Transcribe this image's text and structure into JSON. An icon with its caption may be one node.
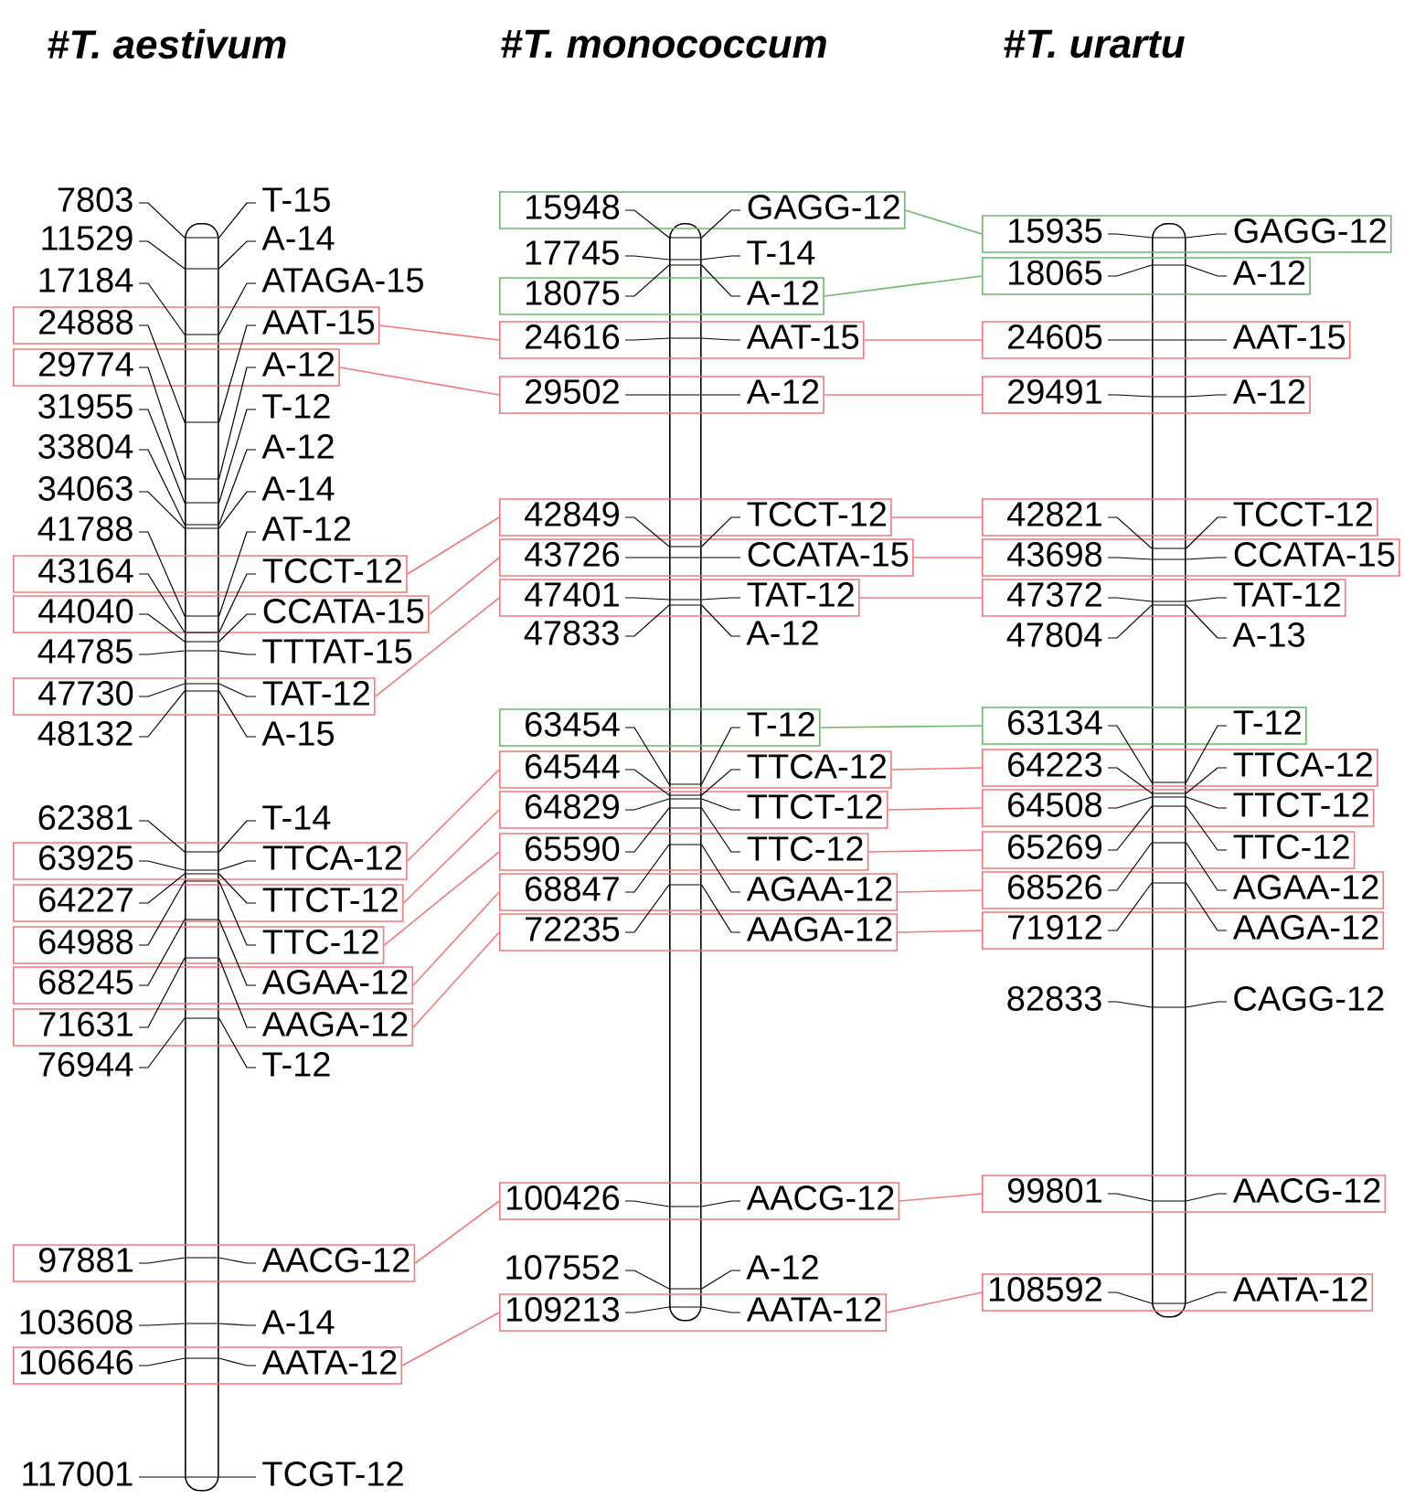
{
  "diagram": {
    "nodes": [
      {
        "text": [
          "24888",
          "AAT-15"
        ]
      },
      {
        "text": [
          "29774",
          "A-12"
        ]
      },
      {
        "text": [
          "43164",
          "TCCT-12"
        ]
      },
      {
        "text": [
          "44040",
          "CCATA-15"
        ]
      },
      {
        "text": [
          "47730",
          "TAT-12"
        ]
      },
      {
        "text": [
          "63925",
          "TTCA-12"
        ]
      },
      {
        "text": [
          "64227",
          "TTCT-12"
        ]
      },
      {
        "text": [
          "64988",
          "TTC-12"
        ]
      },
      {
        "text": [
          "68245",
          "AGAA-12"
        ]
      },
      {
        "text": [
          "71631",
          "AAGA-12"
        ]
      },
      {
        "text": [
          "97881",
          "AACG-12"
        ]
      },
      {
        "text": [
          "106646",
          "AATA-12"
        ]
      },
      {
        "text": [
          "15948",
          "GAGG-12"
        ]
      },
      {
        "text": [
          "18075",
          "A-12"
        ]
      },
      {
        "text": [
          "24616",
          "AAT-15"
        ]
      },
      {
        "text": [
          "29502",
          "A-12"
        ]
      },
      {
        "text": [
          "42849",
          "TCCT-12"
        ]
      },
      {
        "text": [
          "43726",
          "CCATA-15"
        ]
      },
      {
        "text": [
          "47401",
          "TAT-12"
        ]
      },
      {
        "text": [
          "63454",
          "T-12"
        ]
      },
      {
        "text": [
          "64544",
          "TTCA-12"
        ]
      },
      {
        "text": [
          "64829",
          "TTCT-12"
        ]
      },
      {
        "text": [
          "65590",
          "TTC-12"
        ]
      },
      {
        "text": [
          "68847",
          "AGAA-12"
        ]
      },
      {
        "text": [
          "72235",
          "AAGA-12"
        ]
      },
      {
        "text": [
          "100426",
          "AACG-12"
        ]
      },
      {
        "text": [
          "109213",
          "AATA-12"
        ]
      },
      {
        "text": [
          "15935",
          "GAGG-12"
        ]
      },
      {
        "text": [
          "18065",
          "A-12"
        ]
      },
      {
        "text": [
          "24605",
          "AAT-15"
        ]
      },
      {
        "text": [
          "29491",
          "A-12"
        ]
      },
      {
        "text": [
          "42821",
          "TCCT-12"
        ]
      },
      {
        "text": [
          "43698",
          "CCATA-15"
        ]
      },
      {
        "text": [
          "47372",
          "TAT-12"
        ]
      },
      {
        "text": [
          "63134",
          "T-12"
        ]
      },
      {
        "text": [
          "64223",
          "TTCA-12"
        ]
      },
      {
        "text": [
          "64508",
          "TTCT-12"
        ]
      },
      {
        "text": [
          "65269",
          "TTC-12"
        ]
      },
      {
        "text": [
          "68526",
          "AGAA-12"
        ]
      },
      {
        "text": [
          "71912",
          "AAGA-12"
        ]
      },
      {
        "text": [
          "99801",
          "AACG-12"
        ]
      },
      {
        "text": [
          "108592",
          "AATA-12"
        ]
      },
      {
        "text": [
          "7803",
          "T-15"
        ]
      },
      {
        "text": [
          "11529",
          "A-14"
        ]
      },
      {
        "text": [
          "17184",
          "ATAGA-15"
        ]
      },
      {
        "text": [
          "31955",
          "T-12"
        ]
      },
      {
        "text": [
          "33804",
          "A-12"
        ]
      },
      {
        "text": [
          "34063",
          "A-14"
        ]
      },
      {
        "text": [
          "41788",
          "AT-12"
        ]
      },
      {
        "text": [
          "44785",
          "TTTAT-15"
        ]
      },
      {
        "text": [
          "48132",
          "A-15"
        ]
      },
      {
        "text": [
          "62381",
          "T-14"
        ]
      },
      {
        "text": [
          "76944",
          "T-12"
        ]
      },
      {
        "text": [
          "103608",
          "A-14"
        ]
      },
      {
        "text": [
          "117001",
          "TCGT-12"
        ]
      },
      {
        "text": [
          "17745",
          "T-14"
        ]
      },
      {
        "text": [
          "47833",
          "A-12"
        ]
      },
      {
        "text": [
          "107552",
          "A-12"
        ]
      },
      {
        "text": [
          "47804",
          "A-13"
        ]
      },
      {
        "text": [
          "82833",
          "CAGG-12"
        ]
      },
      {
        "text": [],
        "shape": "bar"
      },
      {
        "text": [],
        "shape": "bar"
      },
      {
        "text": [],
        "shape": "bar"
      }
    ],
    "edges": [
      {
        "from": 0,
        "to": 14,
        "arrow": "none",
        "color": "#f07a7a"
      },
      {
        "from": 1,
        "to": 15,
        "arrow": "none",
        "color": "#f07a7a"
      },
      {
        "from": 2,
        "to": 16,
        "arrow": "none",
        "color": "#f07a7a"
      },
      {
        "from": 3,
        "to": 17,
        "arrow": "none",
        "color": "#f07a7a"
      },
      {
        "from": 4,
        "to": 18,
        "arrow": "none",
        "color": "#f07a7a"
      },
      {
        "from": 5,
        "to": 20,
        "arrow": "none",
        "color": "#f07a7a"
      },
      {
        "from": 6,
        "to": 21,
        "arrow": "none",
        "color": "#f07a7a"
      },
      {
        "from": 7,
        "to": 22,
        "arrow": "none",
        "color": "#f07a7a"
      },
      {
        "from": 8,
        "to": 23,
        "arrow": "none",
        "color": "#f07a7a"
      },
      {
        "from": 9,
        "to": 24,
        "arrow": "none",
        "color": "#f07a7a"
      },
      {
        "from": 10,
        "to": 25,
        "arrow": "none",
        "color": "#f07a7a"
      },
      {
        "from": 11,
        "to": 26,
        "arrow": "none",
        "color": "#f07a7a"
      },
      {
        "from": 12,
        "to": 27,
        "arrow": "none",
        "color": "#6cb86c"
      },
      {
        "from": 13,
        "to": 28,
        "arrow": "none",
        "color": "#6cb86c"
      },
      {
        "from": 14,
        "to": 29,
        "arrow": "none",
        "color": "#f07a7a"
      },
      {
        "from": 15,
        "to": 30,
        "arrow": "none",
        "color": "#f07a7a"
      },
      {
        "from": 16,
        "to": 31,
        "arrow": "none",
        "color": "#f07a7a"
      },
      {
        "from": 17,
        "to": 32,
        "arrow": "none",
        "color": "#f07a7a"
      },
      {
        "from": 18,
        "to": 33,
        "arrow": "none",
        "color": "#f07a7a"
      },
      {
        "from": 19,
        "to": 34,
        "arrow": "none",
        "color": "#6cb86c"
      },
      {
        "from": 20,
        "to": 35,
        "arrow": "none",
        "color": "#f07a7a"
      },
      {
        "from": 21,
        "to": 36,
        "arrow": "none",
        "color": "#f07a7a"
      },
      {
        "from": 22,
        "to": 37,
        "arrow": "none",
        "color": "#f07a7a"
      },
      {
        "from": 23,
        "to": 38,
        "arrow": "none",
        "color": "#f07a7a"
      },
      {
        "from": 24,
        "to": 39,
        "arrow": "none",
        "color": "#f07a7a"
      },
      {
        "from": 25,
        "to": 40,
        "arrow": "none",
        "color": "#f07a7a"
      },
      {
        "from": 26,
        "to": 41,
        "arrow": "none",
        "color": "#f07a7a"
      },
      {
        "from": 42,
        "to": 60,
        "arrow": "none"
      },
      {
        "from": 60,
        "to": 42,
        "arrow": "none"
      },
      {
        "from": 43,
        "to": 60,
        "arrow": "none"
      },
      {
        "from": 60,
        "to": 43,
        "arrow": "none"
      },
      {
        "from": 44,
        "to": 60,
        "arrow": "none"
      },
      {
        "from": 60,
        "to": 44,
        "arrow": "none"
      },
      {
        "from": 0,
        "to": 60,
        "arrow": "none"
      },
      {
        "from": 60,
        "to": 0,
        "arrow": "none"
      },
      {
        "from": 1,
        "to": 60,
        "arrow": "none"
      },
      {
        "from": 60,
        "to": 1,
        "arrow": "none"
      },
      {
        "from": 45,
        "to": 60,
        "arrow": "none"
      },
      {
        "from": 60,
        "to": 45,
        "arrow": "none"
      },
      {
        "from": 46,
        "to": 60,
        "arrow": "none"
      },
      {
        "from": 60,
        "to": 46,
        "arrow": "none"
      },
      {
        "from": 47,
        "to": 60,
        "arrow": "none"
      },
      {
        "from": 60,
        "to": 47,
        "arrow": "none"
      },
      {
        "from": 48,
        "to": 60,
        "arrow": "none"
      },
      {
        "from": 60,
        "to": 48,
        "arrow": "none"
      },
      {
        "from": 2,
        "to": 60,
        "arrow": "none"
      },
      {
        "from": 60,
        "to": 2,
        "arrow": "none"
      },
      {
        "from": 3,
        "to": 60,
        "arrow": "none"
      },
      {
        "from": 60,
        "to": 3,
        "arrow": "none"
      },
      {
        "from": 49,
        "to": 60,
        "arrow": "none"
      },
      {
        "from": 60,
        "to": 49,
        "arrow": "none"
      },
      {
        "from": 4,
        "to": 60,
        "arrow": "none"
      },
      {
        "from": 60,
        "to": 4,
        "arrow": "none"
      },
      {
        "from": 50,
        "to": 60,
        "arrow": "none"
      },
      {
        "from": 60,
        "to": 50,
        "arrow": "none"
      },
      {
        "from": 51,
        "to": 60,
        "arrow": "none"
      },
      {
        "from": 60,
        "to": 51,
        "arrow": "none"
      },
      {
        "from": 5,
        "to": 60,
        "arrow": "none"
      },
      {
        "from": 60,
        "to": 5,
        "arrow": "none"
      },
      {
        "from": 6,
        "to": 60,
        "arrow": "none"
      },
      {
        "from": 60,
        "to": 6,
        "arrow": "none"
      },
      {
        "from": 7,
        "to": 60,
        "arrow": "none"
      },
      {
        "from": 60,
        "to": 7,
        "arrow": "none"
      },
      {
        "from": 8,
        "to": 60,
        "arrow": "none"
      },
      {
        "from": 60,
        "to": 8,
        "arrow": "none"
      },
      {
        "from": 9,
        "to": 60,
        "arrow": "none"
      },
      {
        "from": 60,
        "to": 9,
        "arrow": "none"
      },
      {
        "from": 52,
        "to": 60,
        "arrow": "none"
      },
      {
        "from": 60,
        "to": 52,
        "arrow": "none"
      },
      {
        "from": 10,
        "to": 60,
        "arrow": "none"
      },
      {
        "from": 60,
        "to": 10,
        "arrow": "none"
      },
      {
        "from": 53,
        "to": 60,
        "arrow": "none"
      },
      {
        "from": 60,
        "to": 53,
        "arrow": "none"
      },
      {
        "from": 11,
        "to": 60,
        "arrow": "none"
      },
      {
        "from": 60,
        "to": 11,
        "arrow": "none"
      },
      {
        "from": 54,
        "to": 60,
        "arrow": "none"
      },
      {
        "from": 60,
        "to": 54,
        "arrow": "none"
      },
      {
        "from": 12,
        "to": 61,
        "arrow": "none"
      },
      {
        "from": 61,
        "to": 12,
        "arrow": "none"
      },
      {
        "from": 55,
        "to": 61,
        "arrow": "none"
      },
      {
        "from": 61,
        "to": 55,
        "arrow": "none"
      },
      {
        "from": 13,
        "to": 61,
        "arrow": "none"
      },
      {
        "from": 61,
        "to": 13,
        "arrow": "none"
      },
      {
        "from": 14,
        "to": 61,
        "arrow": "none"
      },
      {
        "from": 61,
        "to": 14,
        "arrow": "none"
      },
      {
        "from": 15,
        "to": 61,
        "arrow": "none"
      },
      {
        "from": 61,
        "to": 15,
        "arrow": "none"
      },
      {
        "from": 16,
        "to": 61,
        "arrow": "none"
      },
      {
        "from": 61,
        "to": 16,
        "arrow": "none"
      },
      {
        "from": 17,
        "to": 61,
        "arrow": "none"
      },
      {
        "from": 61,
        "to": 17,
        "arrow": "none"
      },
      {
        "from": 18,
        "to": 61,
        "arrow": "none"
      },
      {
        "from": 61,
        "to": 18,
        "arrow": "none"
      },
      {
        "from": 56,
        "to": 61,
        "arrow": "none"
      },
      {
        "from": 61,
        "to": 56,
        "arrow": "none"
      },
      {
        "from": 19,
        "to": 61,
        "arrow": "none"
      },
      {
        "from": 61,
        "to": 19,
        "arrow": "none"
      },
      {
        "from": 20,
        "to": 61,
        "arrow": "none"
      },
      {
        "from": 61,
        "to": 20,
        "arrow": "none"
      },
      {
        "from": 21,
        "to": 61,
        "arrow": "none"
      },
      {
        "from": 61,
        "to": 21,
        "arrow": "none"
      },
      {
        "from": 22,
        "to": 61,
        "arrow": "none"
      },
      {
        "from": 61,
        "to": 22,
        "arrow": "none"
      },
      {
        "from": 23,
        "to": 61,
        "arrow": "none"
      },
      {
        "from": 61,
        "to": 23,
        "arrow": "none"
      },
      {
        "from": 24,
        "to": 61,
        "arrow": "none"
      },
      {
        "from": 61,
        "to": 24,
        "arrow": "none"
      },
      {
        "from": 25,
        "to": 61,
        "arrow": "none"
      },
      {
        "from": 61,
        "to": 25,
        "arrow": "none"
      },
      {
        "from": 57,
        "to": 61,
        "arrow": "none"
      },
      {
        "from": 61,
        "to": 57,
        "arrow": "none"
      },
      {
        "from": 26,
        "to": 61,
        "arrow": "none"
      },
      {
        "from": 61,
        "to": 26,
        "arrow": "none"
      },
      {
        "from": 27,
        "to": 62,
        "arrow": "none"
      },
      {
        "from": 62,
        "to": 27,
        "arrow": "none"
      },
      {
        "from": 28,
        "to": 62,
        "arrow": "none"
      },
      {
        "from": 62,
        "to": 28,
        "arrow": "none"
      },
      {
        "from": 29,
        "to": 62,
        "arrow": "none"
      },
      {
        "from": 62,
        "to": 29,
        "arrow": "none"
      },
      {
        "from": 30,
        "to": 62,
        "arrow": "none"
      },
      {
        "from": 62,
        "to": 30,
        "arrow": "none"
      },
      {
        "from": 31,
        "to": 62,
        "arrow": "none"
      },
      {
        "from": 62,
        "to": 31,
        "arrow": "none"
      },
      {
        "from": 32,
        "to": 62,
        "arrow": "none"
      },
      {
        "from": 62,
        "to": 32,
        "arrow": "none"
      },
      {
        "from": 33,
        "to": 62,
        "arrow": "none"
      },
      {
        "from": 62,
        "to": 33,
        "arrow": "none"
      },
      {
        "from": 58,
        "to": 62,
        "arrow": "none"
      },
      {
        "from": 62,
        "to": 58,
        "arrow": "none"
      },
      {
        "from": 34,
        "to": 62,
        "arrow": "none"
      },
      {
        "from": 62,
        "to": 34,
        "arrow": "none"
      },
      {
        "from": 35,
        "to": 62,
        "arrow": "none"
      },
      {
        "from": 62,
        "to": 35,
        "arrow": "none"
      },
      {
        "from": 36,
        "to": 62,
        "arrow": "none"
      },
      {
        "from": 62,
        "to": 36,
        "arrow": "none"
      },
      {
        "from": 37,
        "to": 62,
        "arrow": "none"
      },
      {
        "from": 62,
        "to": 37,
        "arrow": "none"
      },
      {
        "from": 38,
        "to": 62,
        "arrow": "none"
      },
      {
        "from": 62,
        "to": 38,
        "arrow": "none"
      },
      {
        "from": 39,
        "to": 62,
        "arrow": "none"
      },
      {
        "from": 62,
        "to": 39,
        "arrow": "none"
      },
      {
        "from": 59,
        "to": 62,
        "arrow": "none"
      },
      {
        "from": 62,
        "to": 59,
        "arrow": "none"
      },
      {
        "from": 40,
        "to": 62,
        "arrow": "none"
      },
      {
        "from": 62,
        "to": 40,
        "arrow": "none"
      },
      {
        "from": 41,
        "to": 62,
        "arrow": "none"
      },
      {
        "from": 62,
        "to": 41,
        "arrow": "none"
      }
    ],
    "labels": [
      "#T. aestivum",
      "#T. monococcum",
      "#T. urartu"
    ]
  }
}
